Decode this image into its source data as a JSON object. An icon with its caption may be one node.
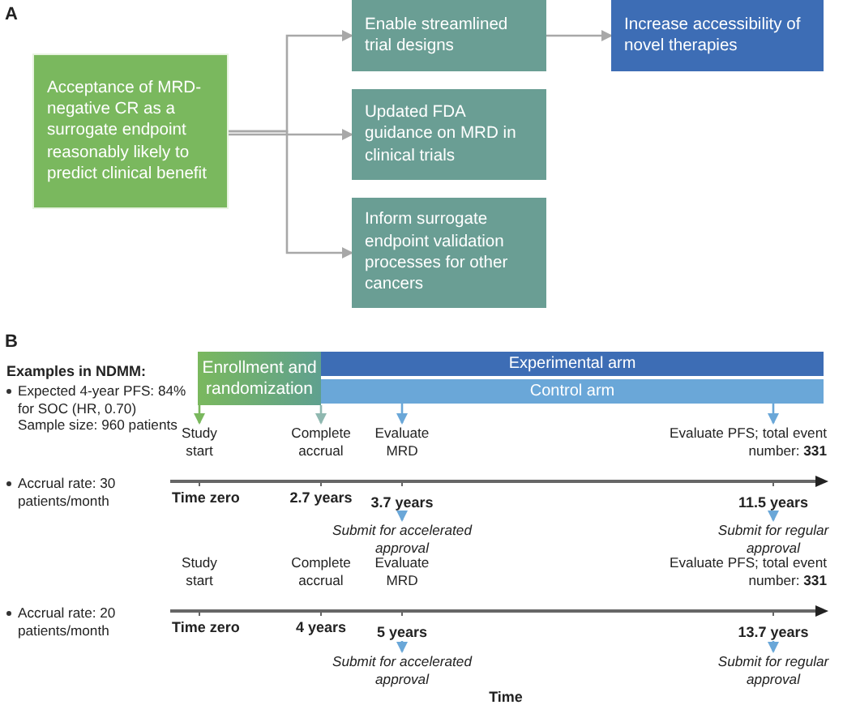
{
  "diagram": {
    "nodes": [
      {
        "text": [
          "Acceptance of MRD-negative CR as a surrogate endpoint reasonably likely to predict clinical benefit"
        ]
      },
      {
        "text": [
          "Enable streamlined trial designs"
        ]
      },
      {
        "text": [
          "Increase accessibility of novel therapies"
        ]
      },
      {
        "text": [
          "Updated FDA guidance on MRD in clinical trials"
        ]
      },
      {
        "text": [
          "Inform surrogate endpoint validation processes for other cancers"
        ]
      },
      {
        "text": [
          "Enrollment and randomization"
        ]
      },
      {
        "text": [
          "Experimental arm"
        ]
      },
      {
        "text": [
          "Control arm"
        ]
      },
      {
        "text": [
          "Study start"
        ]
      },
      {
        "text": [
          "Complete accrual"
        ]
      },
      {
        "text": [
          "Evaluate MRD"
        ]
      },
      {
        "text": [
          "Evaluate PFS; total event number: **331**"
        ]
      },
      {
        "text": [
          "3.7 years"
        ]
      },
      {
        "text": [
          "11.5 years"
        ]
      },
      {
        "text": [
          "Submit for accelerated approval"
        ]
      },
      {
        "text": [
          "Submit for regular approval"
        ]
      },
      {
        "text": [
          "5 years"
        ]
      },
      {
        "text": [
          "13.7 years"
        ]
      },
      {
        "text": [
          "Submit for accelerated approval"
        ]
      },
      {
        "text": [
          "Submit for regular approval"
        ]
      }
    ],
    "edges": [
      {
        "from": 0,
        "to": 1,
        "arrow": "to",
        "color": "#a8a8a8"
      },
      {
        "from": 0,
        "to": 3,
        "arrow": "to",
        "color": "#a8a8a8"
      },
      {
        "from": 0,
        "to": 4,
        "arrow": "to",
        "color": "#a8a8a8"
      },
      {
        "from": 1,
        "to": 2,
        "arrow": "to",
        "color": "#a8a8a8"
      },
      {
        "from": 5,
        "to": 8,
        "arrow": "to",
        "color": "#7ab85e"
      },
      {
        "from": 5,
        "to": 9,
        "arrow": "to",
        "color": "#8fb8b0"
      },
      {
        "from": 7,
        "to": 10,
        "arrow": "to"
      },
      {
        "from": 7,
        "to": 11,
        "arrow": "to"
      },
      {
        "from": 12,
        "to": 14,
        "arrow": "to"
      },
      {
        "from": 13,
        "to": 15,
        "arrow": "to"
      },
      {
        "from": 16,
        "to": 18,
        "arrow": "to"
      },
      {
        "from": 17,
        "to": 19,
        "arrow": "to"
      }
    ],
    "labels": [
      "A",
      "B",
      "Examples in NDMM:",
      "Expected 4-year PFS: 84% for SOC (HR, 0.70)",
      "Sample size: 960 patients",
      "Accrual rate: 30 patients/month",
      "Time zero",
      "2.7 years",
      "Study start",
      "Complete accrual",
      "Evaluate MRD",
      "Evaluate PFS; total event number: **331**",
      "Accrual rate: 20 patients/month",
      "Time zero",
      "4 years",
      "Time"
    ]
  }
}
